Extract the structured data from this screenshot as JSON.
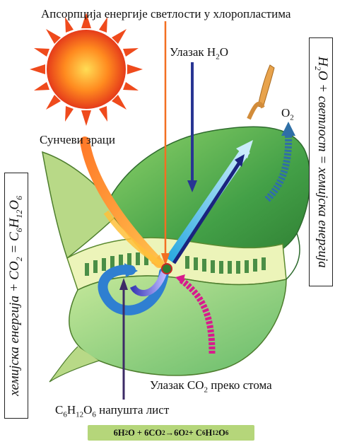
{
  "labels": {
    "title": "Апсорпција енергије светлости у хлоропластима",
    "water_in": {
      "pre": "Улазак H",
      "sub": "2",
      "post": "O"
    },
    "oxygen": {
      "pre": "O",
      "sub": "2"
    },
    "sun_rays": "Сунчеви зраци",
    "co2_in": {
      "pre": "Улазак CO",
      "sub": "2",
      "post": " преко стома"
    },
    "glucose_out": {
      "c": "C",
      "c_sub": "6",
      "h": "H",
      "h_sub": "12",
      "o": "O",
      "o_sub": "6",
      "post": " напушта лист"
    }
  },
  "left_equation": {
    "text_a": "хемијска енергија + CO",
    "sub_a": "2",
    "text_b": " = C",
    "sub_b": "6",
    "text_c": "H",
    "sub_c": "12",
    "text_d": "O",
    "sub_d": "6"
  },
  "right_equation": {
    "text_a": "H",
    "sub_a": "2",
    "text_b": "O + светлост = хемијска енергија"
  },
  "bottom_equation": {
    "p1": "6H",
    "s1": "2",
    "p2": "O + 6CO",
    "s2": "2",
    "arrow": " → ",
    "p3": "6O",
    "s3": "2",
    "p4": " + C",
    "s4": "6",
    "p5": "H",
    "s5": "12",
    "p6": "O",
    "s6": "6"
  },
  "colors": {
    "leaf_green": "#4caf50",
    "leaf_light": "#a5d66b",
    "sun": "#f15a24",
    "equation_bg": "#b5d67a",
    "co2_arrow": "#d81b8c",
    "water_arrow": "#283593",
    "oxygen_arrow": "#2f6fa6"
  }
}
